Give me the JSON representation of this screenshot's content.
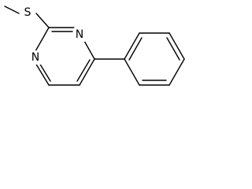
{
  "molecule": {
    "atoms": {
      "sulfur": "S",
      "nitrogen_top": "N",
      "nitrogen_left": "N"
    },
    "colors": {
      "bond": "#000000",
      "label": "#000000",
      "background": "#ffffff"
    }
  }
}
